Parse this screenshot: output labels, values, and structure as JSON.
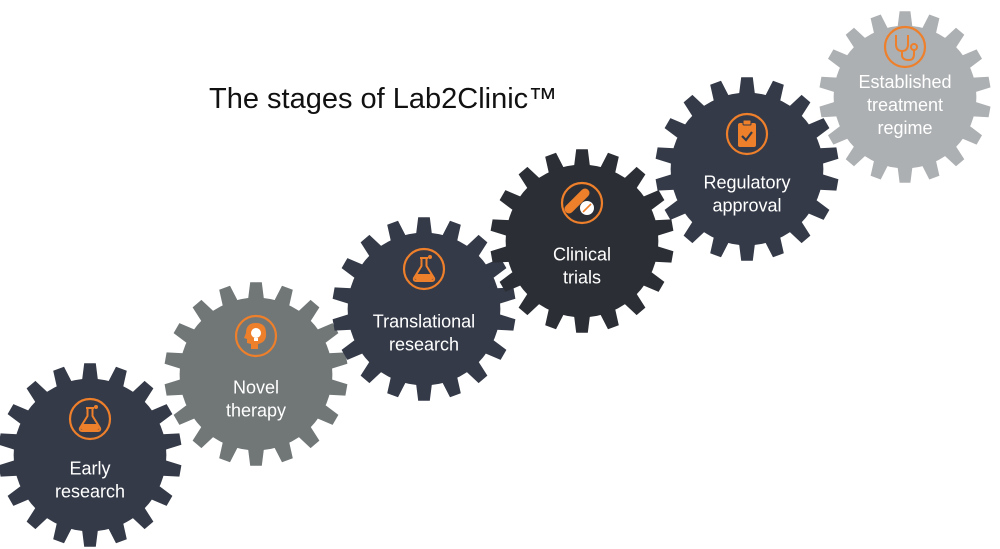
{
  "title": "The stages of Lab2Clinic™",
  "colors": {
    "accent": "#ee7f2b",
    "dark": "#343a48",
    "darker": "#2b2f35",
    "mid_gray": "#717777",
    "light_gray": "#adb0b2",
    "label": "#ffffff"
  },
  "stages": [
    {
      "label": "Early\nresearch",
      "icon": "flask-icon",
      "color": "dark"
    },
    {
      "label": "Novel\ntherapy",
      "icon": "head-idea-icon",
      "color": "mid_gray"
    },
    {
      "label": "Translational\nresearch",
      "icon": "flask-icon",
      "color": "dark"
    },
    {
      "label": "Clinical\ntrials",
      "icon": "pills-icon",
      "color": "darker"
    },
    {
      "label": "Regulatory\napproval",
      "icon": "clipboard-check-icon",
      "color": "dark"
    },
    {
      "label": "Established\ntreatment\nregime",
      "icon": "stethoscope-icon",
      "color": "light_gray"
    }
  ]
}
